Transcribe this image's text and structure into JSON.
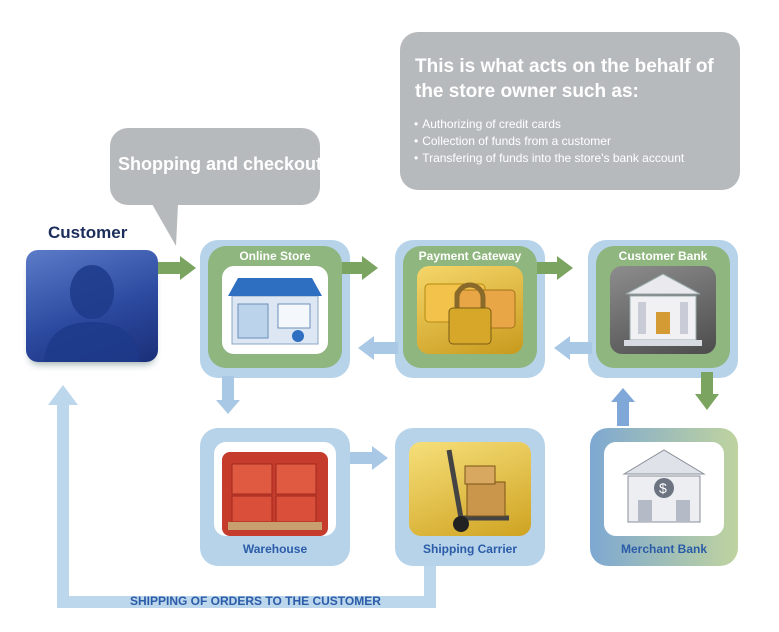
{
  "callout_owner": {
    "title": "This is what acts on the behalf of the store owner such as:",
    "items": [
      "Authorizing of credit cards",
      "Collection of funds from a customer",
      "Transfering of funds into the store's bank account"
    ]
  },
  "callout_shopping": {
    "title": "Shopping and checkout"
  },
  "customer": {
    "label": "Customer"
  },
  "nodes": {
    "online_store": "Online Store",
    "payment_gateway": "Payment Gateway",
    "customer_bank": "Customer Bank",
    "warehouse": "Warehouse",
    "shipping_carrier": "Shipping Carrier",
    "merchant_bank": "Merchant Bank"
  },
  "flow_label": "SHIPPING OF ORDERS TO THE CUSTOMER",
  "icons": {
    "customer": "person-silhouette-icon",
    "online_store": "storefront-icon",
    "payment_gateway": "padlock-cards-icon",
    "customer_bank": "bank-building-icon",
    "warehouse": "boxes-pallet-icon",
    "shipping_carrier": "hand-truck-icon",
    "merchant_bank": "dollar-bank-icon"
  },
  "colors": {
    "green_frame": "#8fb67e",
    "blue_frame": "#b7d3ea",
    "green_arrow": "#7aa460",
    "blue_arrow": "#a9c8e6",
    "label_blue": "#2b5ca8",
    "callout_gray": "#b7babd"
  }
}
